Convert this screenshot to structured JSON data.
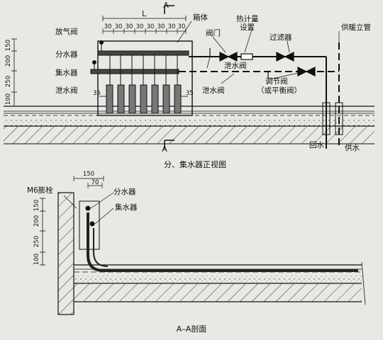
{
  "front_view": {
    "caption": "分、集水器正视图",
    "section_marker": "A",
    "dim_L": "L",
    "top_spacings": [
      "30",
      "30",
      "30",
      "30",
      "30",
      "30",
      "30",
      "30"
    ],
    "left_dims": [
      "150",
      "200",
      "250",
      "100"
    ],
    "labels": {
      "box": "箱体",
      "vent_valve": "放气阀",
      "supply_manifold": "分水器",
      "return_manifold": "集水器",
      "drain_valve_left": "泄水阀",
      "valve": "阀门",
      "heat_meter_1": "热计量",
      "heat_meter_2": "设置",
      "filter": "过滤器",
      "riser": "供暖立管",
      "drain_valve_mid": "泄水阀",
      "drain_valve_bottom": "泄水阀",
      "regulating_valve": "调节阀",
      "balance_valve": "（或平衡阀）",
      "dim_35_left": "35",
      "dim_35_right": "35",
      "return_water": "回水",
      "supply_water": "供水"
    }
  },
  "section_view": {
    "caption": "A–A剖面",
    "dim_150": "150",
    "dim_70": "70",
    "left_dims": [
      "150",
      "200",
      "250",
      "100"
    ],
    "labels": {
      "anchor_bolt": "M6膨栓",
      "supply_manifold": "分水器",
      "return_manifold": "集水器"
    }
  }
}
